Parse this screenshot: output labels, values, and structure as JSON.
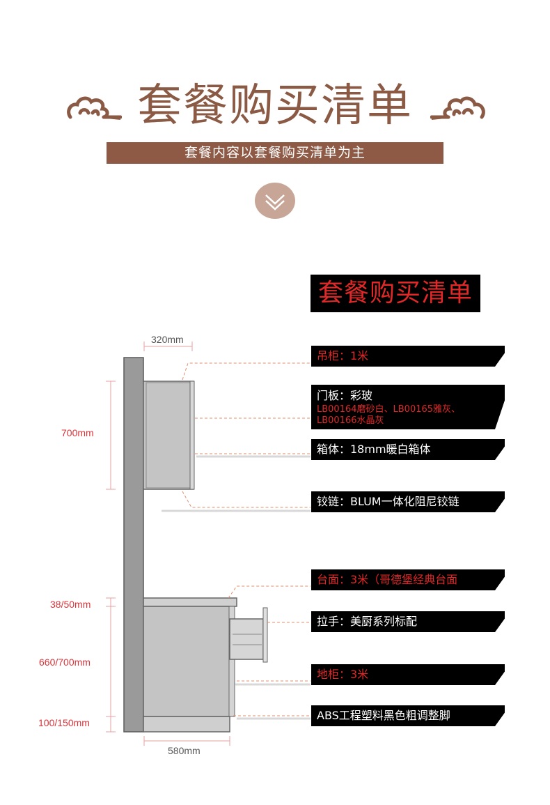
{
  "header": {
    "title": "套餐购买清单",
    "subtitle": "套餐内容以套餐购买清单为主"
  },
  "section": {
    "title": "套餐购买清单"
  },
  "dimensions": {
    "upper_depth": "320mm",
    "upper_height": "700mm",
    "counter_thickness": "38/50mm",
    "base_height": "660/700mm",
    "plinth_height": "100/150mm",
    "base_depth": "580mm"
  },
  "callouts": {
    "wall_cabinet": "吊柜：1米",
    "door_title": "门板：彩玻",
    "door_line1": "LB00164磨砂白、LB00165雅灰、",
    "door_line2": "LB00166水晶灰",
    "carcass": "箱体：18mm暖白箱体",
    "hinge": "铰链：BLUM一体化阻尼铰链",
    "countertop": "台面：3米（哥德堡经典台面",
    "handle": "拉手：美厨系列标配",
    "base_cabinet": "地柜：3米",
    "feet": "ABS工程塑料黑色粗调整脚"
  },
  "colors": {
    "brand_brown": "#8b5a45",
    "circle": "#c8a697",
    "accent_red": "#e02828",
    "cabinet_gray": "#c4c4c4",
    "wall_gray": "#9a9a9a"
  }
}
